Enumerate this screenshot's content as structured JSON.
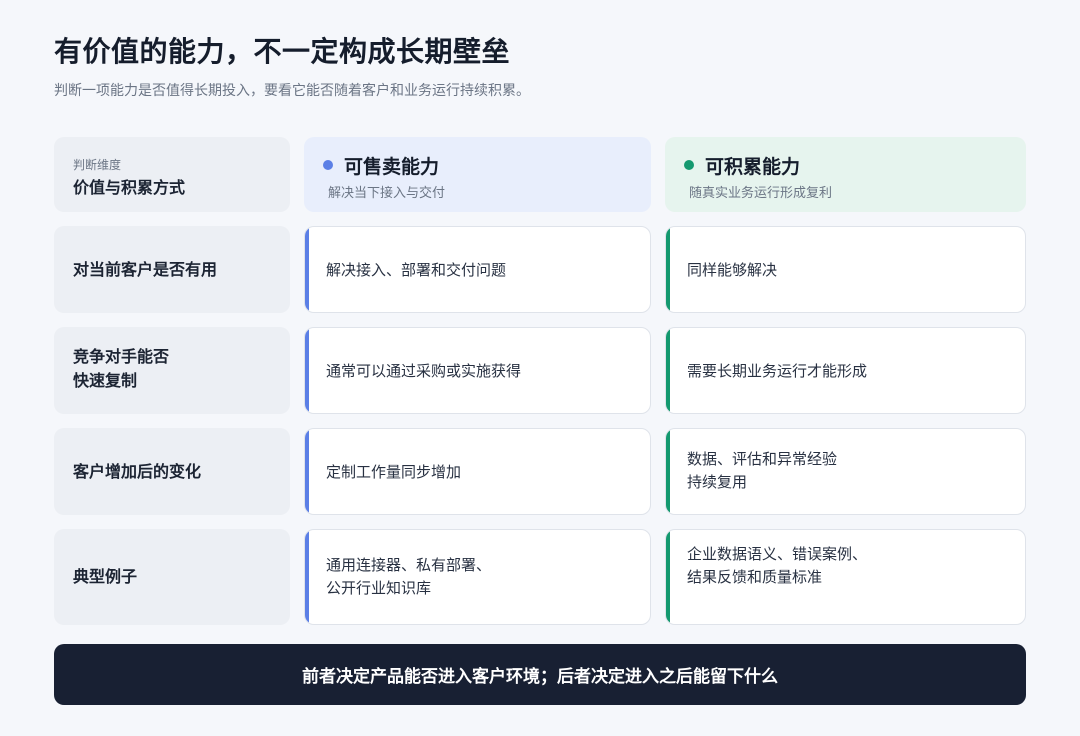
{
  "header": {
    "title": "有价值的能力，不一定构成长期壁垒",
    "subtitle": "判断一项能力是否值得长期投入，要看它能否随着客户和业务运行持续积累。"
  },
  "columns": {
    "dimension": {
      "small": "判断维度",
      "title": "价值与积累方式"
    },
    "a": {
      "title": "可售卖能力",
      "subtitle": "解决当下接入与交付",
      "dot_color": "#5b7fe6"
    },
    "b": {
      "title": "可积累能力",
      "subtitle": "随真实业务运行形成复利",
      "dot_color": "#14996f"
    }
  },
  "rows": [
    {
      "dimension": [
        "对当前客户是否有用"
      ],
      "a": [
        "解决接入、部署和交付问题"
      ],
      "b": [
        "同样能够解决"
      ]
    },
    {
      "dimension": [
        "竞争对手能否",
        "快速复制"
      ],
      "a": [
        "通常可以通过采购或实施获得"
      ],
      "b": [
        "需要长期业务运行才能形成"
      ]
    },
    {
      "dimension": [
        "客户增加后的变化"
      ],
      "a": [
        "定制工作量同步增加"
      ],
      "b": [
        "数据、评估和异常经验",
        "持续复用"
      ]
    },
    {
      "dimension": [
        "典型例子"
      ],
      "a": [
        "通用连接器、私有部署、",
        "公开行业知识库"
      ],
      "b": [
        "企业数据语义、错误案例、",
        "结果反馈和质量标准"
      ]
    }
  ],
  "footer": {
    "text": "前者决定产品能否进入客户环境；后者决定进入之后能留下什么"
  }
}
